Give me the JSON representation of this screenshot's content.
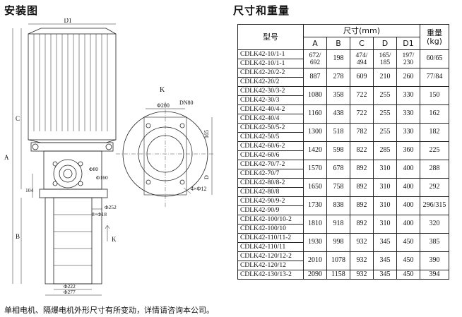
{
  "headings": {
    "install": "安装图",
    "dims": "尺寸和重量"
  },
  "drawing": {
    "d1": "D1",
    "c": "C",
    "a": "A",
    "b": "B",
    "d": "D",
    "k_arrow": "K",
    "k_view": "K",
    "phi80": "Φ80",
    "phi160": "Φ160",
    "dim104": "104",
    "phi252": "Φ252",
    "bolts8": "8×Φ18",
    "phi222": "Φ222",
    "phi277": "Φ277",
    "phi200": "Φ200",
    "dn80": "DN80",
    "dim165": "165",
    "bolts4": "4×Φ12"
  },
  "table": {
    "model_header": "型号",
    "size_header": "尺寸(mm)",
    "weight_header": "重量(kg)",
    "columns": [
      "A",
      "B",
      "C",
      "D",
      "D1"
    ],
    "rows": [
      {
        "models": [
          "CDLK42-10/1-1",
          "CDLK42-10/1-1"
        ],
        "A": "672/692",
        "B": "198",
        "C": "474/494",
        "D": "165/185",
        "D1": "197/230",
        "weight": "60/65"
      },
      {
        "models": [
          "CDLK42-20/2-2",
          "CDLK42-20/2"
        ],
        "A": "887",
        "B": "278",
        "C": "609",
        "D": "210",
        "D1": "260",
        "weight": "77/84"
      },
      {
        "models": [
          "CDLK42-30/3-2",
          "CDLK42-30/3"
        ],
        "A": "1080",
        "B": "358",
        "C": "722",
        "D": "255",
        "D1": "330",
        "weight": "150"
      },
      {
        "models": [
          "CDLK42-40/4-2",
          "CDLK42-40/4"
        ],
        "A": "1160",
        "B": "438",
        "C": "722",
        "D": "255",
        "D1": "330",
        "weight": "162"
      },
      {
        "models": [
          "CDLK42-50/5-2",
          "CDLK42-50/5"
        ],
        "A": "1300",
        "B": "518",
        "C": "782",
        "D": "255",
        "D1": "330",
        "weight": "182"
      },
      {
        "models": [
          "CDLK42-60/6-2",
          "CDLK42-60/6"
        ],
        "A": "1420",
        "B": "598",
        "C": "822",
        "D": "285",
        "D1": "360",
        "weight": "225"
      },
      {
        "models": [
          "CDLK42-70/7-2",
          "CDLK42-70/7"
        ],
        "A": "1570",
        "B": "678",
        "C": "892",
        "D": "310",
        "D1": "400",
        "weight": "288"
      },
      {
        "models": [
          "CDLK42-80/8-2",
          "CDLK42-80/8"
        ],
        "A": "1650",
        "B": "758",
        "C": "892",
        "D": "310",
        "D1": "400",
        "weight": "292"
      },
      {
        "models": [
          "CDLK42-90/9-2",
          "CDLK42-90/9"
        ],
        "A": "1730",
        "B": "838",
        "C": "892",
        "D": "310",
        "D1": "400",
        "weight": "296/315"
      },
      {
        "models": [
          "CDLK42-100/10-2",
          "CDLK42-100/10"
        ],
        "A": "1810",
        "B": "918",
        "C": "892",
        "D": "310",
        "D1": "400",
        "weight": "320"
      },
      {
        "models": [
          "CDLK42-110/11-2",
          "CDLK42-110/11"
        ],
        "A": "1930",
        "B": "998",
        "C": "932",
        "D": "345",
        "D1": "450",
        "weight": "385"
      },
      {
        "models": [
          "CDLK42-120/12-2",
          "CDLK42-120/12"
        ],
        "A": "2010",
        "B": "1078",
        "C": "932",
        "D": "345",
        "D1": "450",
        "weight": "390"
      },
      {
        "models": [
          "CDLK42-130/13-2"
        ],
        "A": "2090",
        "B": "1158",
        "C": "932",
        "D": "345",
        "D1": "450",
        "weight": "394"
      }
    ]
  },
  "footnote": "单相电机、隔爆电机外形尺寸有所变动，详情请咨询本公司。"
}
